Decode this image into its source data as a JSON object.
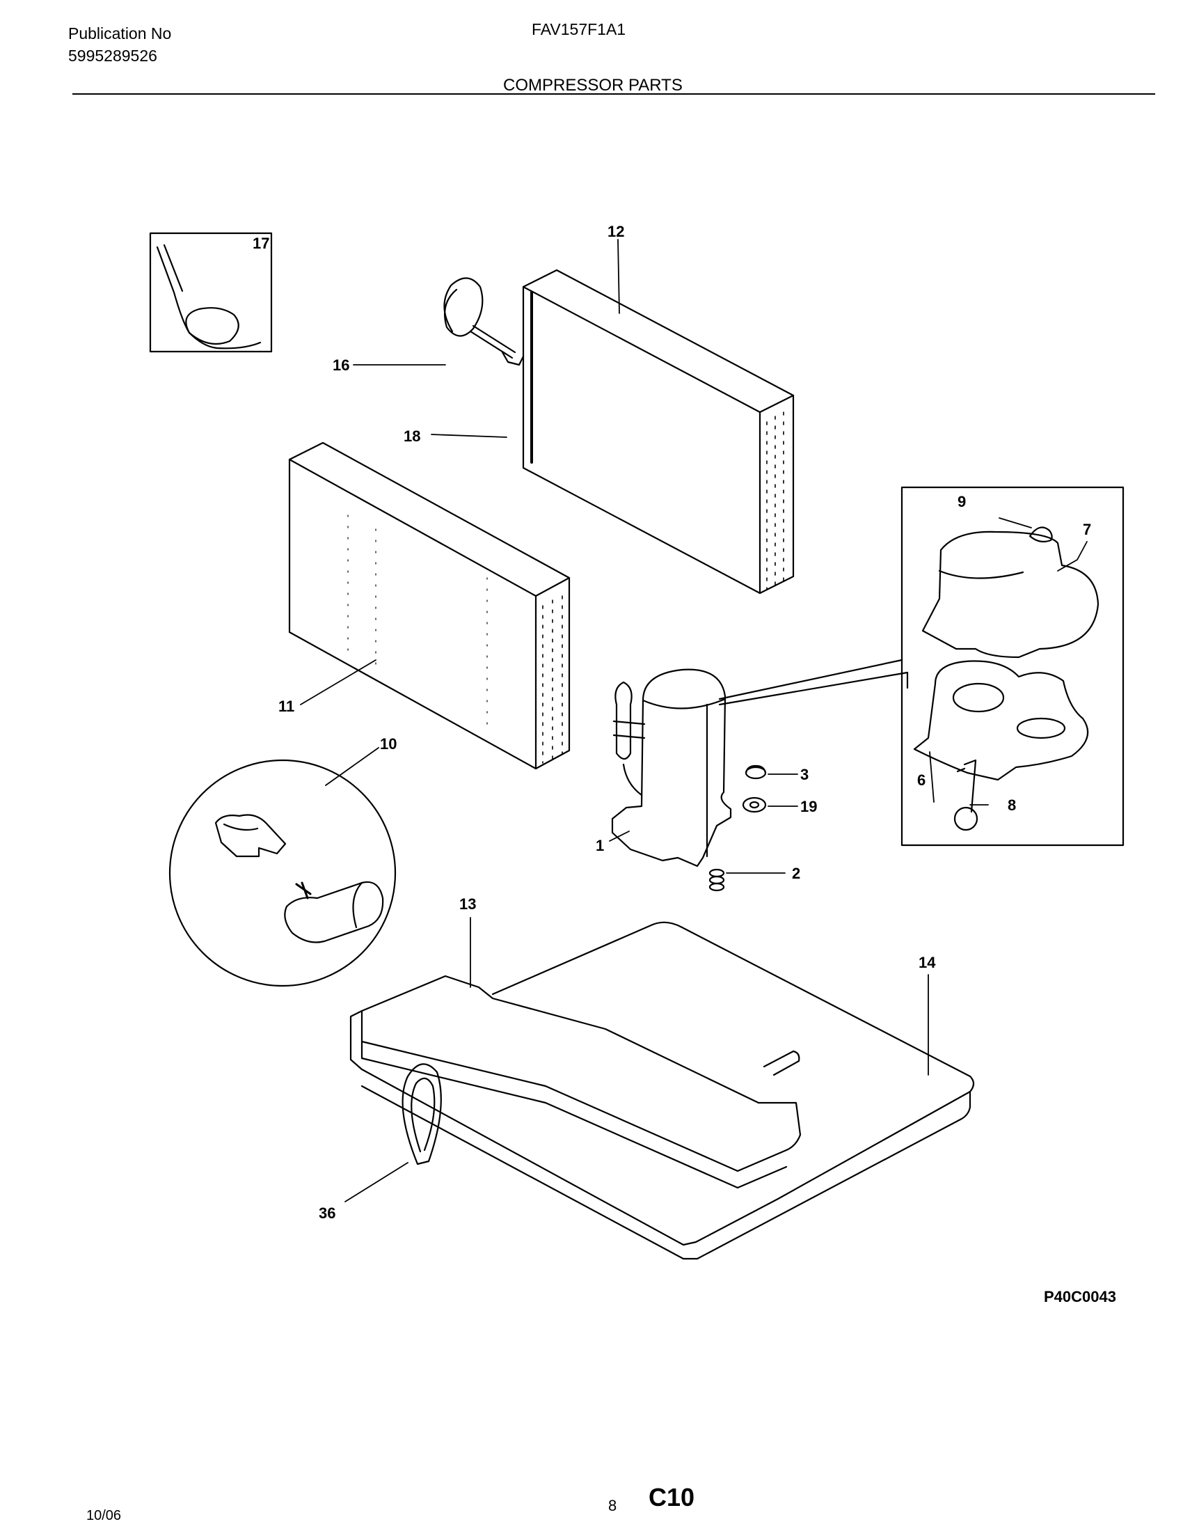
{
  "header": {
    "publication_label": "Publication No",
    "publication_number": "5995289526",
    "model": "FAV157F1A1",
    "section_title": "COMPRESSOR PARTS"
  },
  "callouts": {
    "c1": "1",
    "c2": "2",
    "c3": "3",
    "c6": "6",
    "c7": "7",
    "c8": "8",
    "c9": "9",
    "c10": "10",
    "c11": "11",
    "c12": "12",
    "c13": "13",
    "c14": "14",
    "c16": "16",
    "c17": "17",
    "c18": "18",
    "c19": "19",
    "c36": "36"
  },
  "footer": {
    "drawing_code": "P40C0043",
    "page_number": "8",
    "section_code": "C10",
    "date_partial": "10/06"
  }
}
